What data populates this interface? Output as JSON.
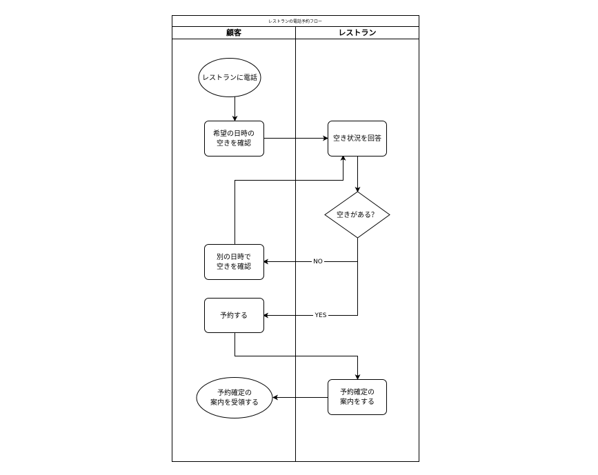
{
  "diagram": {
    "title": "レストランの電話予約フロー",
    "lanes": [
      {
        "label": "顧客"
      },
      {
        "label": "レストラン"
      }
    ],
    "nodes": {
      "call": {
        "lines": [
          "レストランに電話"
        ]
      },
      "check_desired": {
        "lines": [
          "希望の日時の",
          "空きを確認"
        ]
      },
      "answer": {
        "lines": [
          "空き状況を回答"
        ]
      },
      "decision": {
        "lines": [
          "空きがある？"
        ]
      },
      "check_other": {
        "lines": [
          "別の日時で",
          "空きを確認"
        ]
      },
      "reserve": {
        "lines": [
          "予約する"
        ]
      },
      "confirm": {
        "lines": [
          "予約確定の",
          "案内をする"
        ]
      },
      "receive": {
        "lines": [
          "予約確定の",
          "案内を受領する"
        ]
      }
    },
    "edge_labels": {
      "no": "NO",
      "yes": "YES"
    }
  }
}
